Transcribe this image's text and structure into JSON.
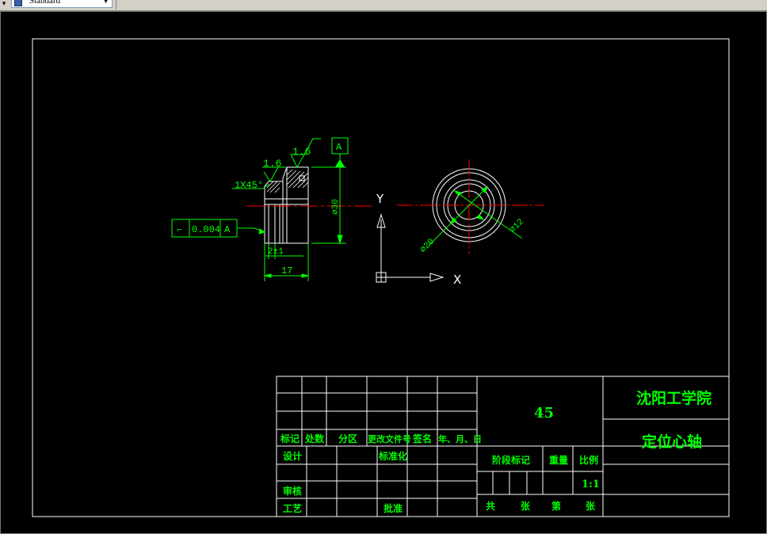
{
  "toolbar": {
    "text_style": "Standard"
  },
  "drawing": {
    "ucs": {
      "x_label": "X",
      "y_label": "Y"
    },
    "front_view": {
      "roughness_left": "1.6",
      "roughness_right": "1.6",
      "chamfer": "1X45°",
      "datum": "A",
      "tolerance": {
        "symbol": "⌐",
        "value": "0.004",
        "datum": "A"
      },
      "dim_diameter": "⌀30",
      "dim_groove": "2±1",
      "dim_length": "17"
    },
    "side_view": {
      "dim_outer": "⌀20",
      "dim_inner": "⌀12"
    }
  },
  "title_block": {
    "material": "45",
    "company": "沈阳工学院",
    "part_name": "定位心轴",
    "rev_headers": [
      "标记",
      "处数",
      "分区",
      "更改文件号",
      "签名",
      "年、月、日"
    ],
    "sign_labels": {
      "design": "设计",
      "standardize": "标准化",
      "review": "审核",
      "process": "工艺",
      "approve": "批准"
    },
    "stage_mark": "阶段标记",
    "weight": "重量",
    "ratio_label": "比例",
    "ratio_value": "1:1",
    "sheet": {
      "total": "共",
      "sheets1": "张",
      "number": "第",
      "sheets2": "张"
    }
  }
}
